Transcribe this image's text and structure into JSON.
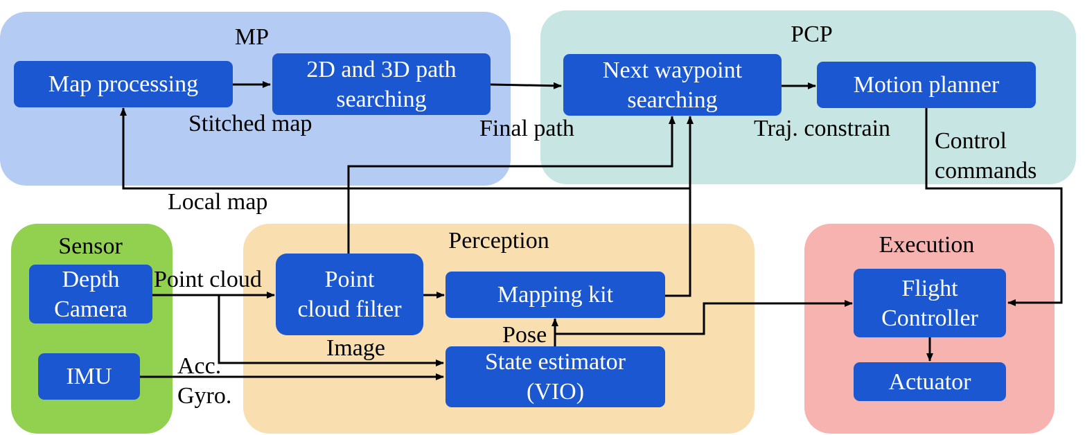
{
  "groups": {
    "mp": {
      "title": "MP",
      "color": "#b4cbf4"
    },
    "pcp": {
      "title": "PCP",
      "color": "#c6e5e3"
    },
    "sensor": {
      "title": "Sensor",
      "color": "#92d050"
    },
    "perception": {
      "title": "Perception",
      "color": "#f9dfb0"
    },
    "execution": {
      "title": "Execution",
      "color": "#f6b3b0"
    }
  },
  "blocks": {
    "map_processing": "Map processing",
    "path_searching": "2D and 3D path\nsearching",
    "next_waypoint": "Next waypoint\nsearching",
    "motion_planner": "Motion  planner",
    "depth_camera": "Depth\nCamera",
    "imu": "IMU",
    "point_cloud_filter": "Point\ncloud filter",
    "mapping_kit": "Mapping kit",
    "state_estimator": "State estimator\n(VIO)",
    "flight_controller": "Flight\nController",
    "actuator": "Actuator"
  },
  "edge_labels": {
    "stitched_map": "Stitched map",
    "final_path": "Final path",
    "traj_constrain": "Traj. constrain",
    "control_commands": "Control\ncommands",
    "local_map": "Local map",
    "point_cloud": "Point cloud",
    "image": "Image",
    "pose": "Pose",
    "acc_gyro": "Acc.\nGyro."
  },
  "colors": {
    "block": "#1a57d0",
    "block_text": "#ffffff",
    "arrow": "#000000"
  }
}
